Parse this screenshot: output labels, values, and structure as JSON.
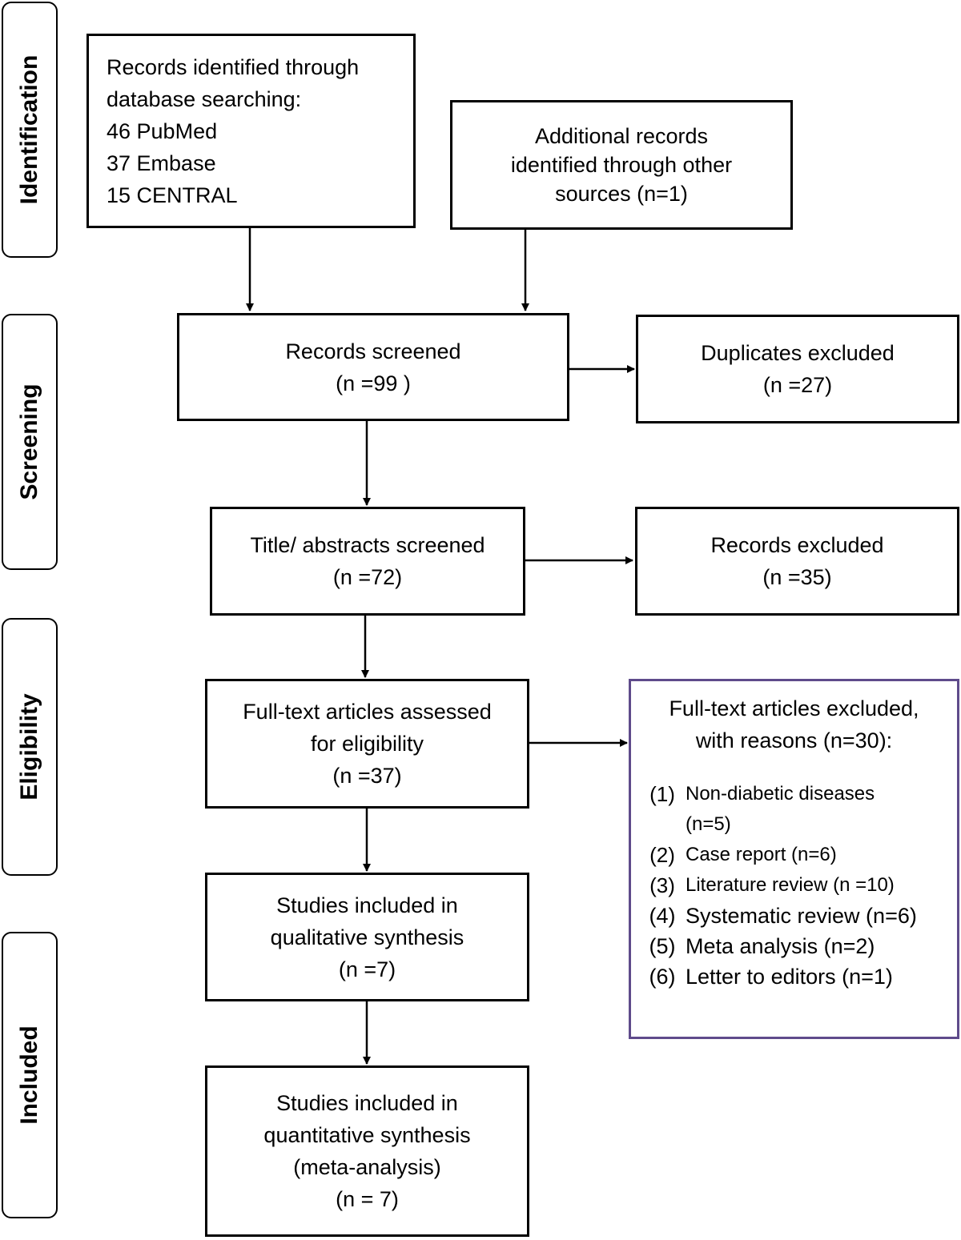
{
  "phases": {
    "identification": "Identification",
    "screening": "Screening",
    "eligibility": "Eligibility",
    "included": "Included"
  },
  "boxes": {
    "database_search": {
      "lines": [
        "Records identified through",
        "database searching:",
        "46 PubMed",
        "37 Embase",
        "15 CENTRAL"
      ]
    },
    "other_sources": {
      "lines": [
        "Additional records",
        "identified through other",
        "sources (n=1)"
      ]
    },
    "records_screened": {
      "lines": [
        "Records screened",
        "(n =99 )"
      ]
    },
    "duplicates_excluded": {
      "lines": [
        "Duplicates excluded",
        "(n =27)"
      ]
    },
    "title_abstracts": {
      "lines": [
        "Title/ abstracts screened",
        "(n =72)"
      ]
    },
    "records_excluded": {
      "lines": [
        "Records excluded",
        "(n =35)"
      ]
    },
    "full_text_assessed": {
      "lines": [
        "Full-text articles assessed",
        "for eligibility",
        "(n =37)"
      ]
    },
    "full_text_excluded": {
      "lines": [
        "Full-text articles excluded,",
        "with reasons (n=30):"
      ],
      "reasons": [
        {
          "num": "(1)",
          "text": "Non-diabetic diseases"
        },
        {
          "num": "",
          "text": "(n=5)"
        },
        {
          "num": "(2)",
          "text": "Case report (n=6)"
        },
        {
          "num": "(3)",
          "text": "Literature review (n =10)"
        },
        {
          "num": "(4)",
          "text": " Systematic review (n=6)"
        },
        {
          "num": "(5)",
          "text": " Meta analysis (n=2)"
        },
        {
          "num": "(6)",
          "text": " Letter to editors (n=1)"
        }
      ]
    },
    "qualitative": {
      "lines": [
        "Studies included in",
        "qualitative synthesis",
        "(n =7)"
      ]
    },
    "quantitative": {
      "lines": [
        "Studies included in",
        "quantitative synthesis",
        "(meta-analysis)",
        "(n = 7)"
      ]
    }
  },
  "colors": {
    "line": "#000000",
    "reasons_border": "#5f4b8b"
  }
}
